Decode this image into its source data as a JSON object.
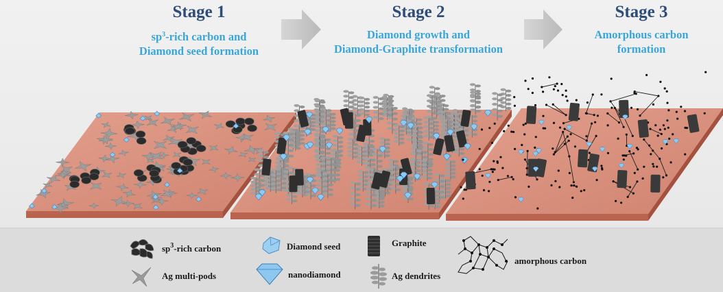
{
  "stages": [
    {
      "title": "Stage 1",
      "sub_line1": "-rich carbon and",
      "sub_line1_prefix": "sp",
      "sub_line1_sup": "3",
      "sub_line2": "Diamond seed formation"
    },
    {
      "title": "Stage 2",
      "sub_line1": "Diamond growth and",
      "sub_line2": "Diamond-Graphite transformation"
    },
    {
      "title": "Stage 3",
      "sub_line1": "Amorphous carbon",
      "sub_line2": "formation"
    }
  ],
  "legend": {
    "sp3_prefix": "sp",
    "sp3_sup": "3",
    "sp3_rest": "-rich carbon",
    "ag_multipods": "Ag multi-pods",
    "diamond_seed": "Diamond seed",
    "nanodiamond": "nanodiamond",
    "graphite": "Graphite",
    "ag_dendrites": "Ag dendrites",
    "amorphous_carbon": "amorphous carbon"
  },
  "colors": {
    "title": "#2e4d7a",
    "subtitle": "#3aa6d8",
    "substrate_top": "#d98e7c",
    "substrate_side": "#b8644f",
    "multipod": "#9a9a9a",
    "dendrite": "#8f8f8f",
    "graphite": "#2e2e2e",
    "diamond": "#7fc3ee",
    "legend_bg": "#dcdcdc",
    "arrow": "#c2c2c2"
  }
}
